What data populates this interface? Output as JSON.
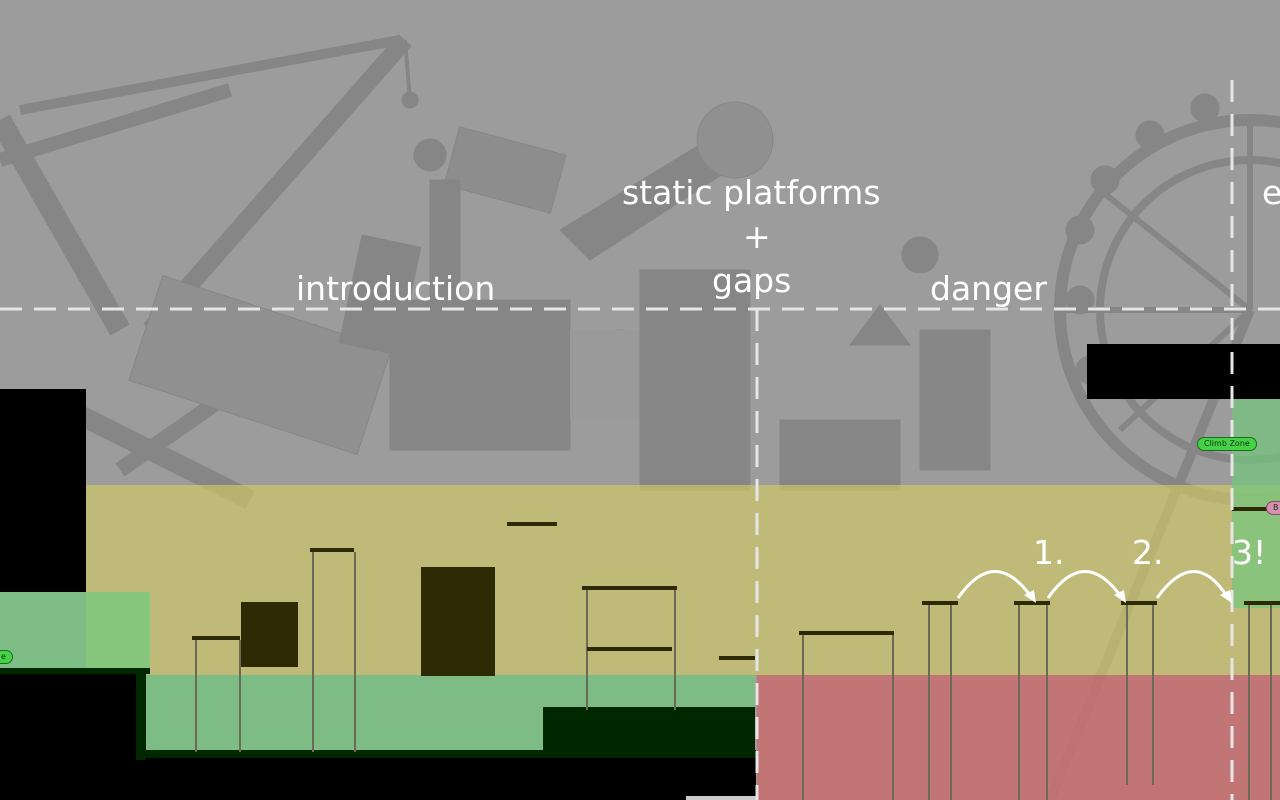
{
  "level_sections": {
    "introduction": "introduction",
    "static_platforms_line1": "static platforms",
    "static_platforms_plus": "+",
    "static_platforms_line2": "gaps",
    "danger": "danger",
    "cut_off_next": "e"
  },
  "jump_steps": [
    "1.",
    "2.",
    "3!"
  ],
  "zone_badges": {
    "climb_zone": "Climb Zone",
    "left_badge": "e",
    "right_badge": "B"
  },
  "colors": {
    "sky": "#9c9c9c",
    "silhouette": "#858585",
    "yellow_zone": "#c9c46e",
    "green_zone": "#7fcc8a",
    "red_zone": "#c47070",
    "solid": "#000000",
    "dark_ground": "#002800",
    "platform": "#2f2a06",
    "guide_line": "#e6e6e6"
  },
  "icons": {
    "crane": "crane-silhouette",
    "ferris_wheel": "ferris-wheel-silhouette",
    "jump_arrow": "arc-arrow-icon"
  }
}
